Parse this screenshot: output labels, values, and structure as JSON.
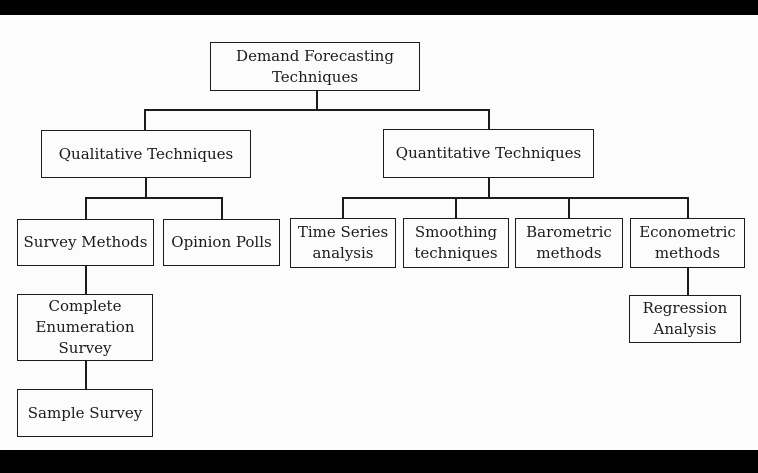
{
  "colors": {
    "letterbox": "#000000",
    "background": "#fcfcfc",
    "line": "#1c1c1c",
    "text": "#1b1b1b"
  },
  "diagram": {
    "nodes": {
      "demand": {
        "label": "Demand Forecasting\nTechniques"
      },
      "qualitative": {
        "label": "Qualitative Techniques"
      },
      "quantitative": {
        "label": "Quantitative Techniques"
      },
      "survey_methods": {
        "label": "Survey Methods"
      },
      "opinion_polls": {
        "label": "Opinion Polls"
      },
      "time_series": {
        "label": "Time Series\nanalysis"
      },
      "smoothing": {
        "label": "Smoothing\ntechniques"
      },
      "barometric": {
        "label": "Barometric\nmethods"
      },
      "econometric": {
        "label": "Econometric\nmethods"
      },
      "complete_enumeration": {
        "label": "Complete\nEnumeration\nSurvey"
      },
      "sample_survey": {
        "label": "Sample Survey"
      },
      "regression": {
        "label": "Regression\nAnalysis"
      }
    },
    "edges": [
      {
        "from": "demand",
        "to": "qualitative"
      },
      {
        "from": "demand",
        "to": "quantitative"
      },
      {
        "from": "qualitative",
        "to": "survey_methods"
      },
      {
        "from": "qualitative",
        "to": "opinion_polls"
      },
      {
        "from": "quantitative",
        "to": "time_series"
      },
      {
        "from": "quantitative",
        "to": "smoothing"
      },
      {
        "from": "quantitative",
        "to": "barometric"
      },
      {
        "from": "quantitative",
        "to": "econometric"
      },
      {
        "from": "survey_methods",
        "to": "complete_enumeration"
      },
      {
        "from": "complete_enumeration",
        "to": "sample_survey"
      },
      {
        "from": "econometric",
        "to": "regression"
      }
    ]
  }
}
